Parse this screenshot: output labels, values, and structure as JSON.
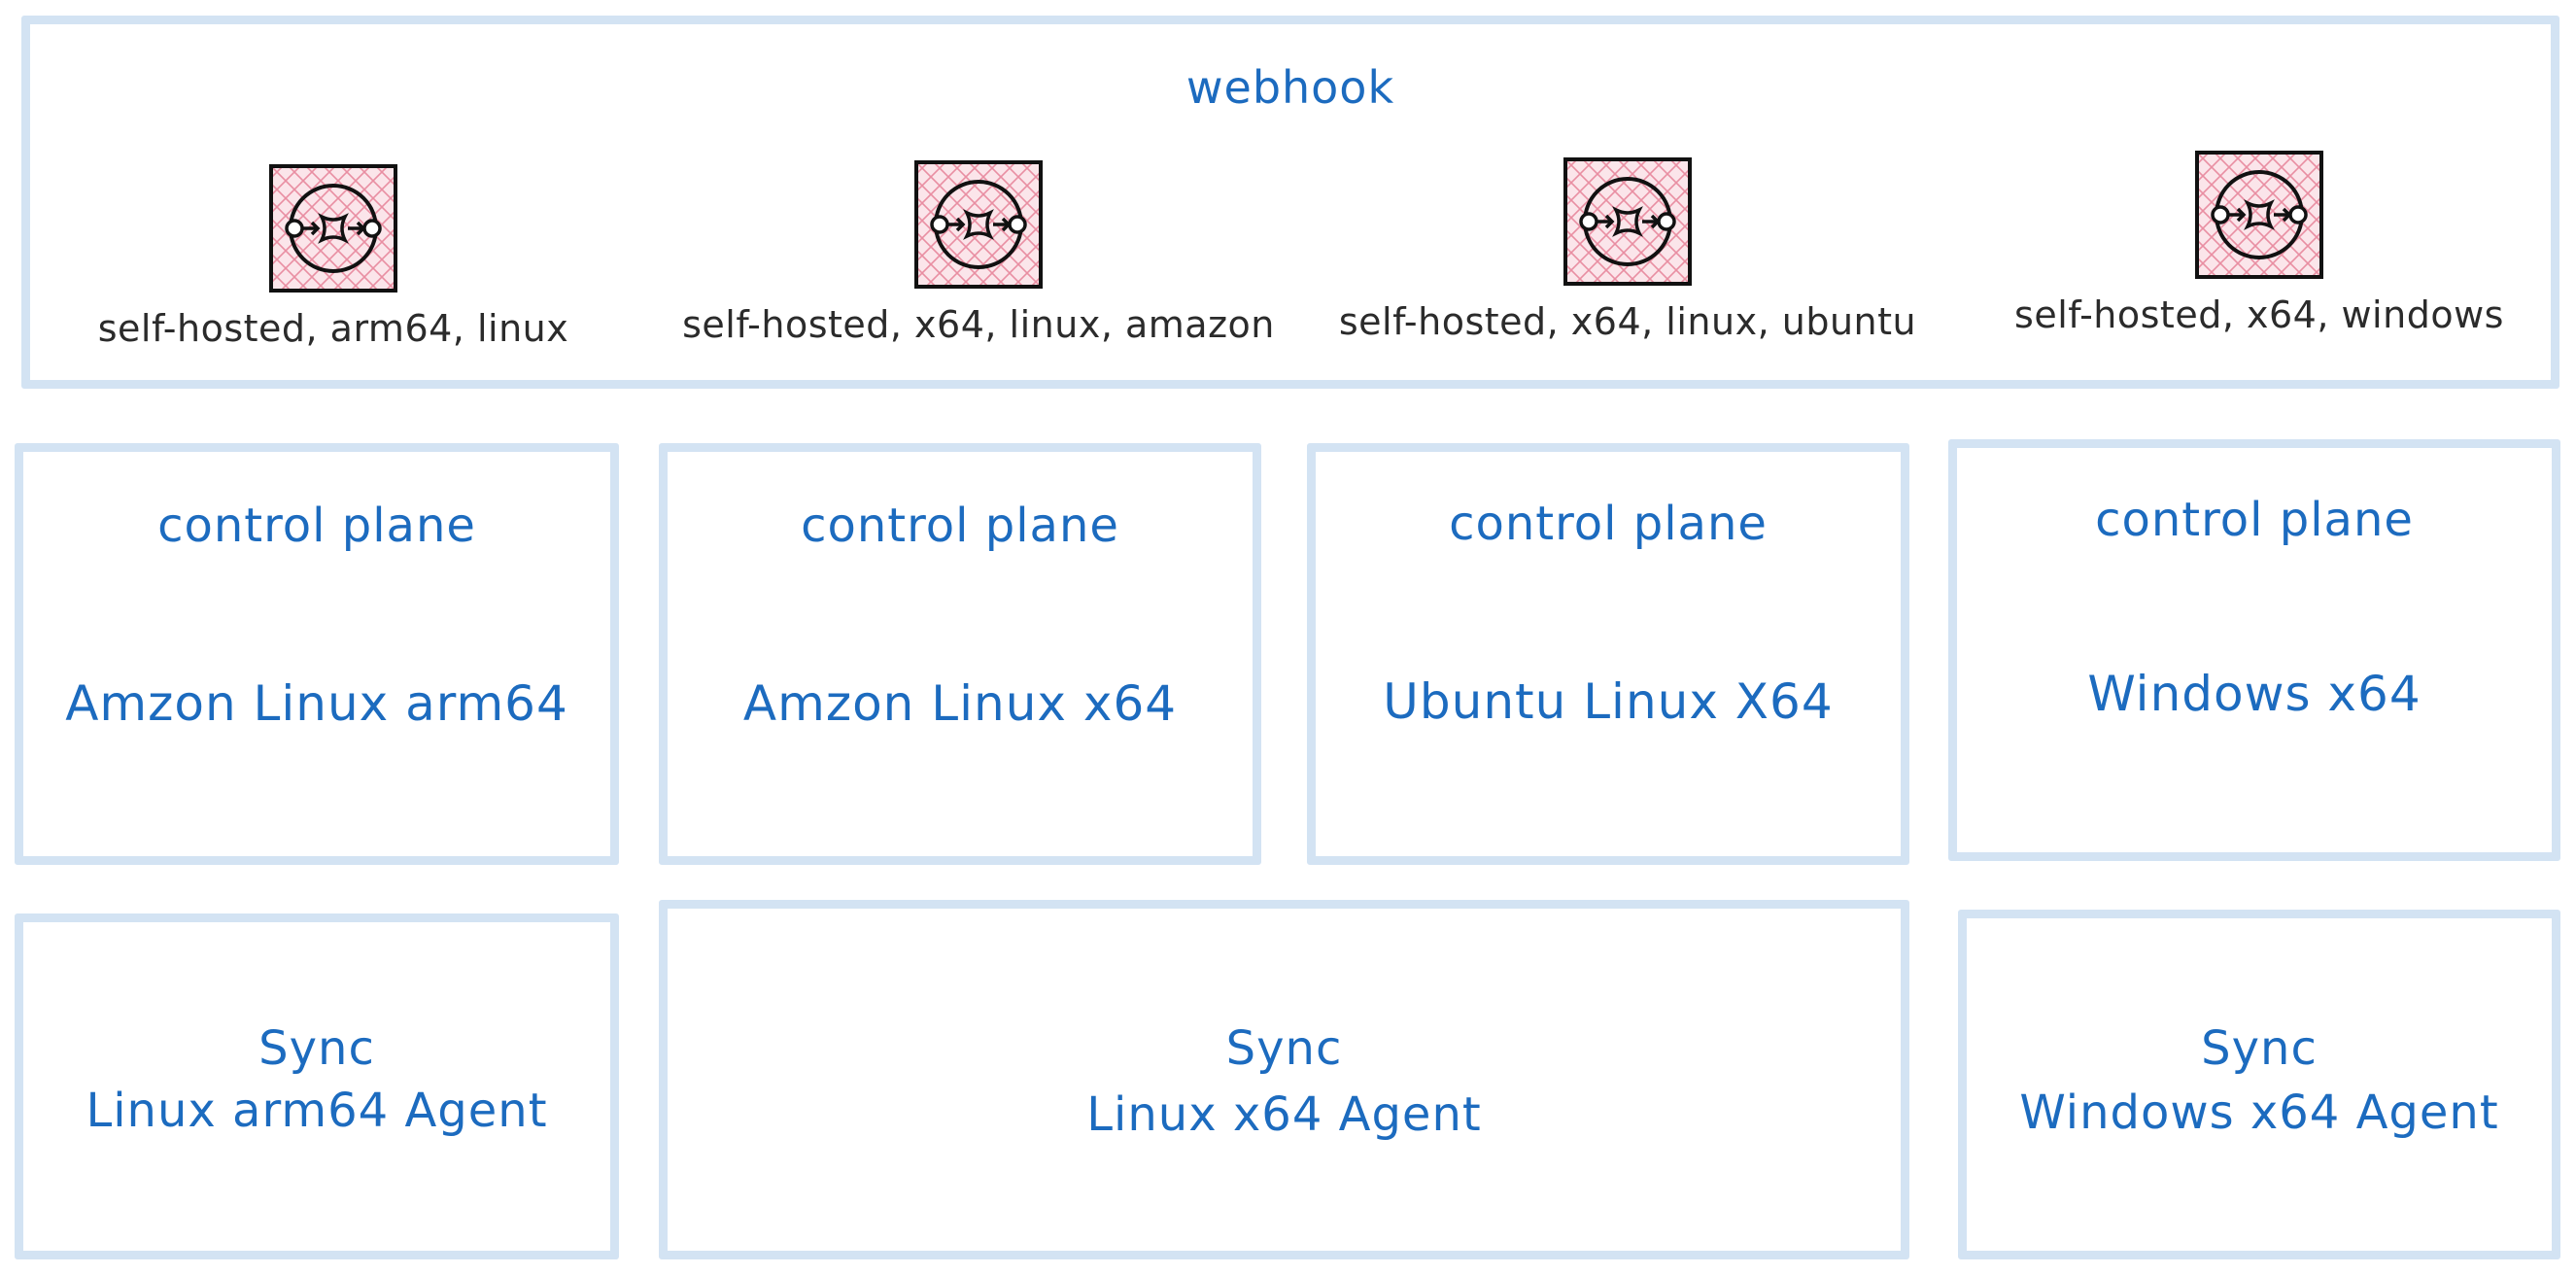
{
  "webhook": {
    "title": "webhook",
    "runners": [
      {
        "label": "self-hosted, arm64, linux",
        "icon": "workflow-node-icon"
      },
      {
        "label": "self-hosted, x64, linux, amazon",
        "icon": "workflow-node-icon"
      },
      {
        "label": "self-hosted, x64, linux, ubuntu",
        "icon": "workflow-node-icon"
      },
      {
        "label": "self-hosted, x64, windows",
        "icon": "workflow-node-icon"
      }
    ]
  },
  "control_planes": [
    {
      "title": "control plane",
      "name": "Amzon Linux arm64"
    },
    {
      "title": "control plane",
      "name": "Amzon Linux x64"
    },
    {
      "title": "control plane",
      "name": "Ubuntu Linux X64"
    },
    {
      "title": "control plane",
      "name": "Windows x64"
    }
  ],
  "sync_agents": [
    {
      "title": "Sync",
      "name": "Linux arm64 Agent"
    },
    {
      "title": "Sync",
      "name": "Linux x64 Agent"
    },
    {
      "title": "Sync",
      "name": "Windows x64 Agent"
    }
  ],
  "colors": {
    "border": "#d3e3f3",
    "text_blue": "#1c6bbf",
    "icon_fill": "#f4c6d0",
    "icon_hatch": "#e98ea2"
  }
}
